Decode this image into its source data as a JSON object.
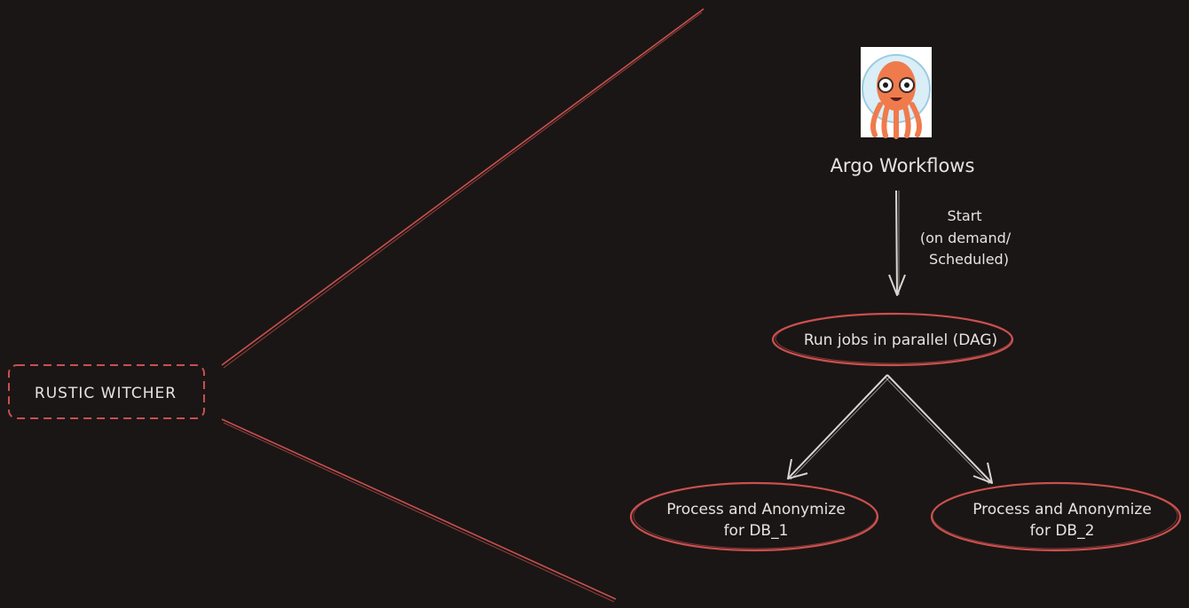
{
  "colors": {
    "background": "#1a1615",
    "accent": "#c9504f",
    "text": "#e6e3df",
    "arrow": "#d9d6d2"
  },
  "diagram": {
    "group_label": "RUSTIC WITCHER",
    "logo": {
      "icon": "argo-octopus-mascot-icon",
      "title": "Argo Workflows"
    },
    "start_arrow_label": [
      "Start",
      "(on demand/",
      "Scheduled)"
    ],
    "dag_node": "Run jobs in parallel (DAG)",
    "process_nodes": [
      {
        "line1": "Process and Anonymize",
        "line2": "for DB_1"
      },
      {
        "line1": "Process and Anonymize",
        "line2": "for DB_2"
      }
    ]
  }
}
